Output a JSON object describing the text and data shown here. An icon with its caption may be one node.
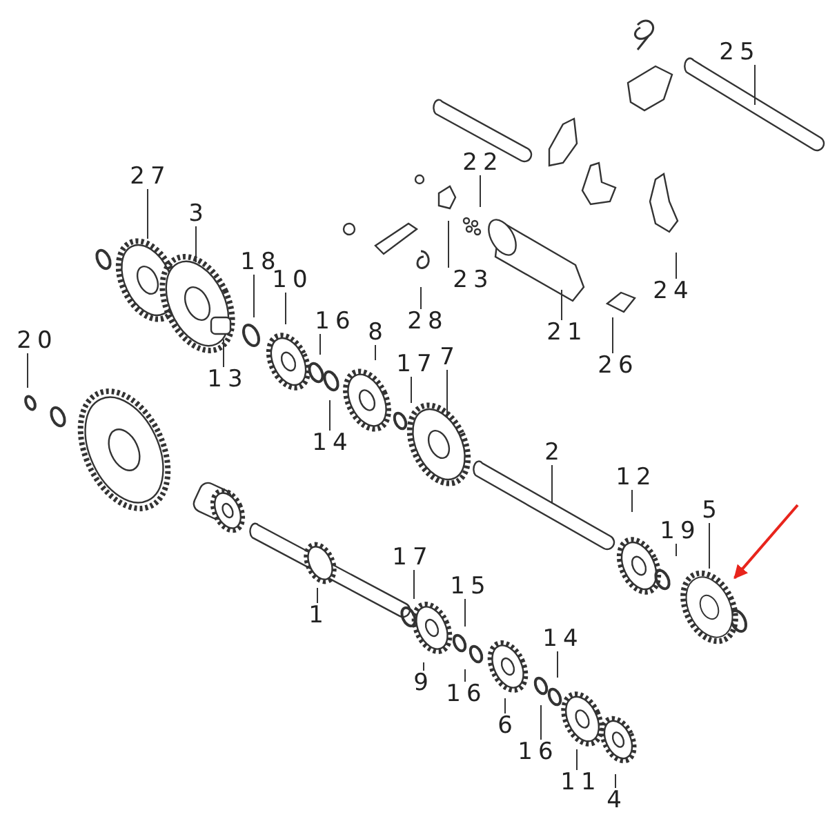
{
  "diagram": {
    "nodes": [
      {
        "text": [
          "25"
        ]
      },
      {
        "text": [
          "22"
        ]
      },
      {
        "text": [
          "27"
        ]
      },
      {
        "text": [
          "3"
        ]
      },
      {
        "text": [
          "18"
        ]
      },
      {
        "text": [
          "10"
        ]
      },
      {
        "text": [
          "23"
        ]
      },
      {
        "text": [
          "24"
        ]
      },
      {
        "text": [
          "16"
        ]
      },
      {
        "text": [
          "28"
        ]
      },
      {
        "text": [
          "21"
        ]
      },
      {
        "text": [
          "8"
        ]
      },
      {
        "text": [
          "13"
        ]
      },
      {
        "text": [
          "26"
        ]
      },
      {
        "text": [
          "20"
        ]
      },
      {
        "text": [
          "17"
        ]
      },
      {
        "text": [
          "7"
        ]
      },
      {
        "text": [
          "14"
        ]
      },
      {
        "text": [
          "2"
        ]
      },
      {
        "text": [
          "12"
        ]
      },
      {
        "text": [
          "19"
        ]
      },
      {
        "text": [
          "5"
        ]
      },
      {
        "text": [
          "17"
        ]
      },
      {
        "text": [
          "1"
        ]
      },
      {
        "text": [
          "15"
        ]
      },
      {
        "text": [
          "9"
        ]
      },
      {
        "text": [
          "16"
        ]
      },
      {
        "text": [
          "14"
        ]
      },
      {
        "text": [
          "6"
        ]
      },
      {
        "text": [
          "16"
        ]
      },
      {
        "text": [
          "11"
        ]
      },
      {
        "text": [
          "4"
        ]
      },
      {
        "text": [],
        "shape": "picture"
      }
    ],
    "edges": [
      {
        "from": 0,
        "to": null,
        "arrow": "none"
      },
      {
        "from": 1,
        "to": null,
        "arrow": "none"
      },
      {
        "from": 2,
        "to": null,
        "arrow": "none"
      },
      {
        "from": 3,
        "to": null,
        "arrow": "none"
      },
      {
        "from": 4,
        "to": null,
        "arrow": "none"
      },
      {
        "from": 5,
        "to": null,
        "arrow": "none"
      },
      {
        "from": 6,
        "to": null,
        "arrow": "none"
      },
      {
        "from": 7,
        "to": null,
        "arrow": "none"
      },
      {
        "from": 8,
        "to": null,
        "arrow": "none"
      },
      {
        "from": 9,
        "to": null,
        "arrow": "none"
      },
      {
        "from": 10,
        "to": null,
        "arrow": "none"
      },
      {
        "from": 11,
        "to": null,
        "arrow": "none"
      },
      {
        "from": 12,
        "to": null,
        "arrow": "none"
      },
      {
        "from": 13,
        "to": null,
        "arrow": "none"
      },
      {
        "from": 14,
        "to": null,
        "arrow": "none"
      },
      {
        "from": 15,
        "to": null,
        "arrow": "none"
      },
      {
        "from": 16,
        "to": null,
        "arrow": "none"
      },
      {
        "from": 17,
        "to": null,
        "arrow": "none"
      },
      {
        "from": 18,
        "to": null,
        "arrow": "none"
      },
      {
        "from": 19,
        "to": null,
        "arrow": "none"
      },
      {
        "from": 20,
        "to": null,
        "arrow": "none"
      },
      {
        "from": 21,
        "to": 32,
        "arrow": "none"
      },
      {
        "from": 22,
        "to": null,
        "arrow": "none"
      },
      {
        "from": 23,
        "to": null,
        "arrow": "none"
      },
      {
        "from": 24,
        "to": null,
        "arrow": "none"
      },
      {
        "from": 25,
        "to": null,
        "arrow": "none"
      },
      {
        "from": 26,
        "to": null,
        "arrow": "none"
      },
      {
        "from": 27,
        "to": null,
        "arrow": "none"
      },
      {
        "from": 28,
        "to": null,
        "arrow": "none"
      },
      {
        "from": 29,
        "to": null,
        "arrow": "none"
      },
      {
        "from": 30,
        "to": null,
        "arrow": "none"
      },
      {
        "from": 31,
        "to": null,
        "arrow": "none"
      },
      {
        "from": null,
        "to": 32,
        "arrow": "to",
        "color": "#e8241c"
      }
    ]
  }
}
